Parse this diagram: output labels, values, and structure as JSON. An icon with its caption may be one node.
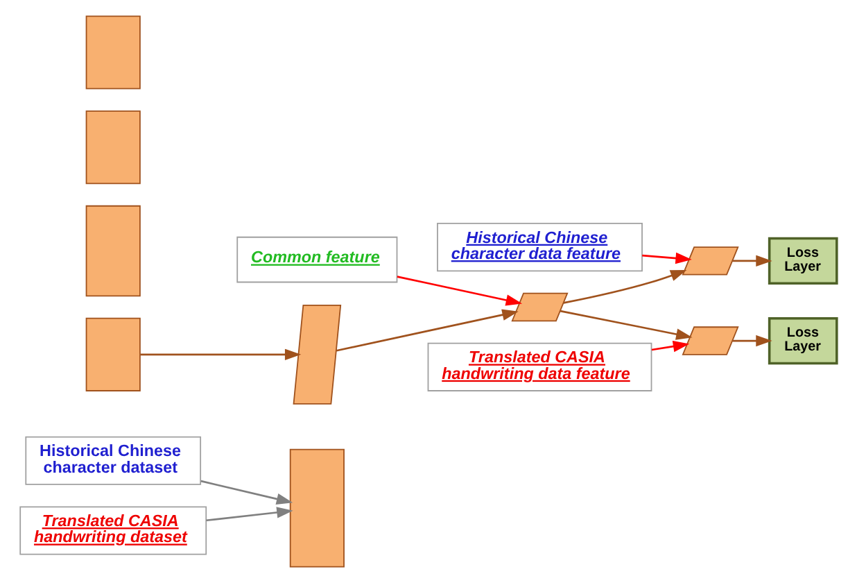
{
  "diagram": {
    "nodes": [
      {
        "text": [
          "Historical Chinese character dataset"
        ]
      },
      {
        "text": [
          "Historical Chinese character data feature"
        ]
      },
      {
        "text": [
          "Common feature"
        ]
      },
      {
        "text": [
          "Translated CASIA handwriting dataset"
        ]
      },
      {
        "text": [
          "Translated CASIA handwriting data feature"
        ]
      },
      {
        "text": [],
        "shape": "box"
      },
      {
        "text": [],
        "shape": "box"
      },
      {
        "text": [],
        "shape": "box"
      },
      {
        "text": [],
        "shape": "box"
      },
      {
        "text": [],
        "shape": "box"
      },
      {
        "text": [],
        "shape": "parallelogram"
      },
      {
        "text": [],
        "shape": "parallelogram"
      },
      {
        "text": [],
        "shape": "parallelogram"
      },
      {
        "text": [
          "Loss Layer"
        ]
      },
      {
        "text": [],
        "shape": "parallelogram"
      },
      {
        "text": [
          "Loss Layer"
        ]
      }
    ],
    "edges": [
      {
        "from": 0,
        "to": 5,
        "arrow": "to",
        "color": "#808080"
      },
      {
        "from": 3,
        "to": 5,
        "arrow": "to",
        "color": "#808080"
      },
      {
        "from": 9,
        "to": 10,
        "arrow": "to"
      },
      {
        "from": 10,
        "to": 11,
        "arrow": "to"
      },
      {
        "from": 11,
        "to": 12,
        "arrow": "to"
      },
      {
        "from": 11,
        "to": 14,
        "arrow": "to"
      },
      {
        "from": 12,
        "to": 13,
        "arrow": "to"
      },
      {
        "from": 14,
        "to": 15,
        "arrow": "to"
      },
      {
        "from": 2,
        "to": 11,
        "arrow": "to",
        "color": "#ff0000"
      },
      {
        "from": 1,
        "to": 12,
        "arrow": "to",
        "color": "#ff0000"
      },
      {
        "from": 4,
        "to": 14,
        "arrow": "to",
        "color": "#ff0000"
      }
    ]
  }
}
